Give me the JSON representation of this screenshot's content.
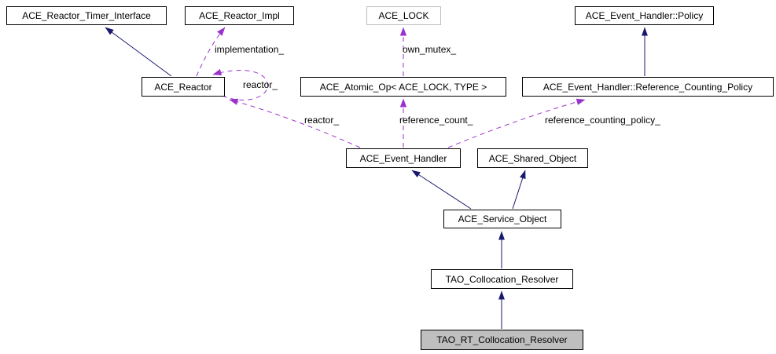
{
  "diagram": {
    "type": "class-collaboration-diagram",
    "nodes": {
      "reactor_timer_interface": "ACE_Reactor_Timer_Interface",
      "reactor_impl": "ACE_Reactor_Impl",
      "lock": "ACE_LOCK",
      "event_handler_policy": "ACE_Event_Handler::Policy",
      "reactor": "ACE_Reactor",
      "atomic_op": "ACE_Atomic_Op< ACE_LOCK, TYPE >",
      "reference_counting_policy": "ACE_Event_Handler::Reference_Counting_Policy",
      "event_handler": "ACE_Event_Handler",
      "shared_object": "ACE_Shared_Object",
      "service_object": "ACE_Service_Object",
      "tao_collocation_resolver": "TAO_Collocation_Resolver",
      "tao_rt_collocation_resolver": "TAO_RT_Collocation_Resolver"
    },
    "edge_labels": {
      "implementation": "implementation_",
      "own_mutex": "own_mutex_",
      "reactor_self": "reactor_",
      "reactor": "reactor_",
      "reference_count": "reference_count_",
      "reference_counting_policy": "reference_counting_policy_"
    },
    "colors": {
      "inheritance_edge": "#191970",
      "usage_edge": "#9a32cd",
      "node_border": "#000000",
      "external_node_border": "#bebebe",
      "current_node_fill": "#bfbfbf",
      "background": "#ffffff"
    }
  }
}
